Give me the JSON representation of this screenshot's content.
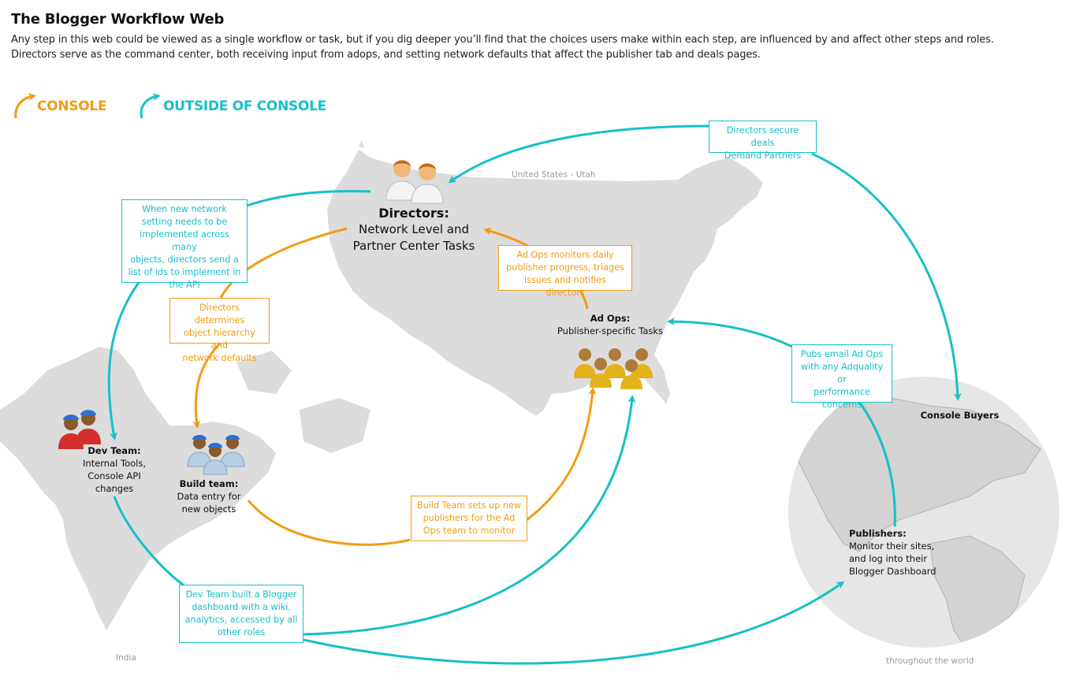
{
  "header": {
    "title": "The Blogger Workflow Web",
    "intro_line1": "Any step in this web could be viewed as a single workflow or task, but if you dig deeper you’ll find that the choices users make within each step, are influenced by and affect other steps and roles.",
    "intro_line2": "Directors serve as the command center, both receiving input from adops, and setting network defaults that affect the publisher tab and deals pages."
  },
  "legend": {
    "console": "CONSOLE",
    "outside": "OUTSIDE OF CONSOLE"
  },
  "colors": {
    "console": "#f39c12",
    "outside": "#16c0c8",
    "map": "#dcdcdc"
  },
  "geo_labels": {
    "us": "United States - Utah",
    "india": "India",
    "world": "throughout the world"
  },
  "nodes": {
    "directors": {
      "title": "Directors:",
      "line1": "Network Level and",
      "line2": "Partner Center Tasks"
    },
    "adops": {
      "title": "Ad Ops:",
      "line1": "Publisher-specific Tasks"
    },
    "devteam": {
      "title": "Dev Team:",
      "line1": "Internal Tools,",
      "line2": "Console API",
      "line3": "changes"
    },
    "buildteam": {
      "title": "Build team:",
      "line1": "Data entry for",
      "line2": "new objects"
    },
    "buyers": {
      "title": "Console Buyers"
    },
    "publishers": {
      "title": "Publishers:",
      "line1": "Monitor their sites,",
      "line2": "and log into their",
      "line3": "Blogger Dashboard"
    }
  },
  "boxes": {
    "deals": {
      "line1": "Directors secure deals",
      "line2": "Demand Partners"
    },
    "network_setting": {
      "line1": "When new network",
      "line2": "setting needs to be",
      "line3": "implemented across many",
      "line4": "objects, directors send a",
      "line5": "list of ids to implement in",
      "line6": "the API"
    },
    "hierarchy": {
      "line1": "Directors determines",
      "line2": "object hierarchy and",
      "line3": "network defaults"
    },
    "adops_monitors": {
      "line1": "Ad Ops monitors daily",
      "line2": "publisher progress, triages",
      "line3": "issues and notifies directors"
    },
    "pubs_email": {
      "line1": "Pubs email Ad Ops",
      "line2": "with any Adquality or",
      "line3": "performance",
      "line4": "concerns"
    },
    "build_setup": {
      "line1": "Build Team sets up new",
      "line2": "publishers for the Ad",
      "line3": "Ops team to monitor"
    },
    "dev_dashboard": {
      "line1": "Dev Team built a Blogger",
      "line2": "dashboard with a wiki,",
      "line3": "analytics, accessed by all",
      "line4": "other roles"
    }
  }
}
